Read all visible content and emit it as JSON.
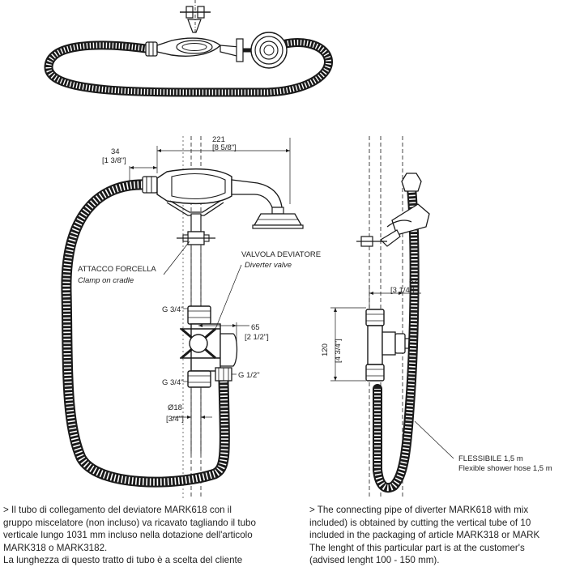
{
  "dimensions": {
    "d221": "221",
    "d221_in": "[8 5/8\"]",
    "d34": "34",
    "d34_in": "[1 3/8\"]",
    "d65": "65",
    "d65_in": "[2 1/2\"]",
    "d18": "Ø18",
    "d18_in": "[3/4\"]",
    "d82": "82",
    "d82_in": "[3 1/4\"]",
    "d120": "120",
    "d120_in": "[4 3/4\"]"
  },
  "labels": {
    "attacco_it": "ATTACCO FORCELLA",
    "attacco_en": "Clamp on cradle",
    "valvola_it": "VALVOLA DEVIATORE",
    "valvola_en": "Diverter valve",
    "g34_top": "G 3/4\"",
    "g34_bottom": "G 3/4\"",
    "g12": "G 1/2\"",
    "flessibile_it": "FLESSIBILE 1,5 m",
    "flessibile_en": "Flexible shower hose 1,5 m"
  },
  "text_it": [
    "> Il tubo di collegamento del deviatore MARK618 con il",
    "gruppo miscelatore (non incluso) va ricavato tagliando il tubo",
    "verticale lungo 1031 mm incluso nella dotazione dell'articolo",
    "MARK318 o MARK3182.",
    "La lunghezza di questo tratto di tubo è a scelta del cliente"
  ],
  "text_en": [
    "> The connecting pipe of diverter MARK618 with mix",
    "included) is obtained by cutting the vertical tube of 10",
    "included in the packaging of article MARK318 or MARK",
    "The lenght of this particular part is at the customer's",
    "(advised lenght 100 - 150 mm)."
  ]
}
